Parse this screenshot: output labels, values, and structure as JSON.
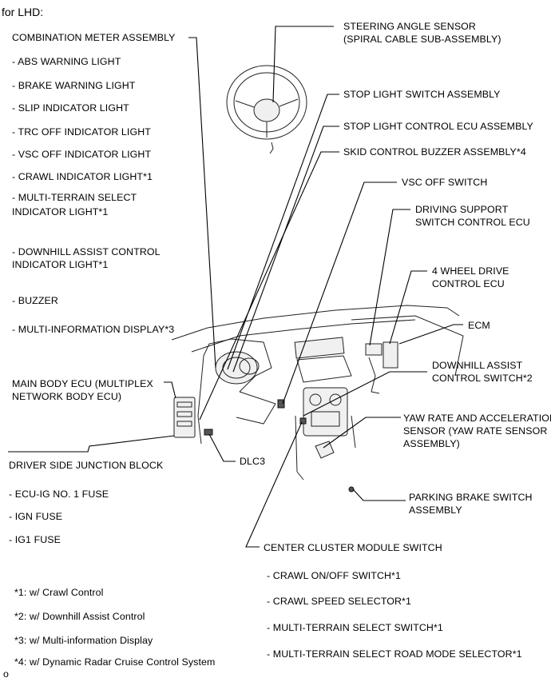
{
  "header": {
    "title": "for LHD:"
  },
  "labels": {
    "combination_meter": "COMBINATION METER ASSEMBLY",
    "abs_warning": "- ABS WARNING LIGHT",
    "brake_warning": "- BRAKE WARNING LIGHT",
    "slip_indicator": "- SLIP INDICATOR LIGHT",
    "trc_off": "- TRC OFF INDICATOR LIGHT",
    "vsc_off_ind": "- VSC OFF INDICATOR LIGHT",
    "crawl_ind": "- CRAWL INDICATOR LIGHT*1",
    "mts_ind_1": "- MULTI-TERRAIN SELECT",
    "mts_ind_2": "INDICATOR LIGHT*1",
    "dac_ind_1": "- DOWNHILL ASSIST CONTROL",
    "dac_ind_2": "INDICATOR LIGHT*1",
    "buzzer": "- BUZZER",
    "mid": "- MULTI-INFORMATION DISPLAY*3",
    "main_body_1": "MAIN BODY ECU (MULTIPLEX",
    "main_body_2": "NETWORK BODY ECU)",
    "driver_jb": "DRIVER SIDE JUNCTION BLOCK",
    "ecu_ig_fuse": "- ECU-IG NO. 1 FUSE",
    "ign_fuse": "- IGN FUSE",
    "ig1_fuse": "- IG1 FUSE",
    "steering_1": "STEERING ANGLE SENSOR",
    "steering_2": "(SPIRAL CABLE SUB-ASSEMBLY)",
    "stop_switch": "STOP LIGHT SWITCH ASSEMBLY",
    "stop_ecu": "STOP LIGHT CONTROL ECU ASSEMBLY",
    "skid_buzzer": "SKID CONTROL BUZZER ASSEMBLY*4",
    "vsc_switch": "VSC OFF SWITCH",
    "drive_support_1": "DRIVING SUPPORT",
    "drive_support_2": "SWITCH CONTROL ECU",
    "four_wd_1": "4 WHEEL DRIVE",
    "four_wd_2": "CONTROL ECU",
    "ecm": "ECM",
    "dac_switch_1": "DOWNHILL ASSIST",
    "dac_switch_2": "CONTROL SWITCH*2",
    "yaw_1": "YAW RATE AND ACCELERATION",
    "yaw_2": "SENSOR (YAW RATE SENSOR",
    "yaw_3": "ASSEMBLY)",
    "dlc3": "DLC3",
    "parking_1": "PARKING BRAKE SWITCH",
    "parking_2": "ASSEMBLY",
    "center_cluster": "CENTER CLUSTER MODULE SWITCH",
    "crawl_onoff": "- CRAWL ON/OFF SWITCH*1",
    "crawl_speed": "- CRAWL SPEED SELECTOR*1",
    "mts_switch": "- MULTI-TERRAIN SELECT SWITCH*1",
    "mts_road": "- MULTI-TERRAIN SELECT ROAD MODE SELECTOR*1"
  },
  "footnotes": {
    "n1": "*1: w/ Crawl Control",
    "n2": "*2: w/ Downhill Assist Control",
    "n3": "*3: w/ Multi-information Display",
    "n4": "*4: w/ Dynamic Radar Cruise Control System"
  },
  "corner_mark": "o"
}
